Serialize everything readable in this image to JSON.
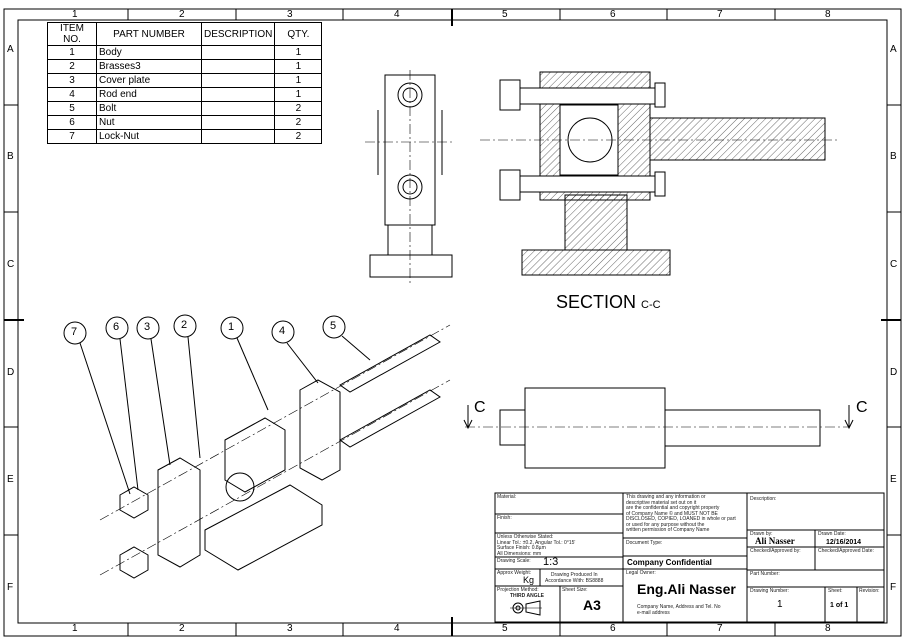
{
  "zones": {
    "columns": [
      "1",
      "2",
      "3",
      "4",
      "5",
      "6",
      "7",
      "8"
    ],
    "rows": [
      "A",
      "B",
      "C",
      "D",
      "E",
      "F"
    ]
  },
  "bom": {
    "headers": [
      "ITEM NO.",
      "PART NUMBER",
      "DESCRIPTION",
      "QTY."
    ],
    "rows": [
      {
        "item": "1",
        "part": "Body",
        "desc": "",
        "qty": "1"
      },
      {
        "item": "2",
        "part": "Brasses3",
        "desc": "",
        "qty": "1"
      },
      {
        "item": "3",
        "part": "Cover plate",
        "desc": "",
        "qty": "1"
      },
      {
        "item": "4",
        "part": "Rod end",
        "desc": "",
        "qty": "1"
      },
      {
        "item": "5",
        "part": "Bolt",
        "desc": "",
        "qty": "2"
      },
      {
        "item": "6",
        "part": "Nut",
        "desc": "",
        "qty": "2"
      },
      {
        "item": "7",
        "part": "Lock-Nut",
        "desc": "",
        "qty": "2"
      }
    ]
  },
  "section_label": {
    "title": "SECTION",
    "sub": "C-C"
  },
  "cut_labels": [
    "C",
    "C"
  ],
  "balloons": [
    "7",
    "6",
    "3",
    "2",
    "1",
    "4",
    "5"
  ],
  "title_block": {
    "material": "Material:",
    "finish": "Finish:",
    "tolerance": [
      "Unless Otherwise Stated:",
      "Linear Tol.: ±0.2, Angular Tol.: 0°15'",
      "Surface Finish: 0.8µm",
      "All Dimensions: mm"
    ],
    "scale_label": "Drawing Scale:",
    "scale": "1:3",
    "weight_label": "Approx Weight:",
    "weight_unit": "Kg",
    "standard": [
      "Drawing Produced In",
      "Accordance With: BS8888"
    ],
    "projection_label": "Projection Method:",
    "projection": "THIRD ANGLE",
    "sheet_size_label": "Sheet Size:",
    "sheet_size": "A3",
    "copyright": [
      "This drawing and any information or",
      "descriptive material set out on it",
      "are the confidential and copyright property",
      "of Company Name © and MUST NOT BE",
      "DISCLOSED, COPIED, LOANED in whole or part",
      "or used for any purpose without the",
      "written permission of Company Name"
    ],
    "doc_type_label": "Document Type:",
    "confidential": "Company Confidential",
    "legal_owner_label": "Legal Owner:",
    "legal_owner": "Eng.Ali Nasser",
    "owner_contact": [
      "Company Name, Address and Tel. No",
      "e-mail address"
    ],
    "description_label": "Description:",
    "drawn_by_label": "Drawn by:",
    "drawn_by": "Ali Nasser",
    "drawn_date_label": "Drawn Date:",
    "drawn_date": "12/16/2014",
    "checked_by_label": "Checked/Approved by:",
    "checked_date_label": "Checked/Approved Date:",
    "part_number_label": "Part Number:",
    "drawing_number_label": "Drawing Number:",
    "drawing_number": "1",
    "sheet_label": "Sheet:",
    "sheet": "1 of 1",
    "revision_label": "Revision:"
  }
}
